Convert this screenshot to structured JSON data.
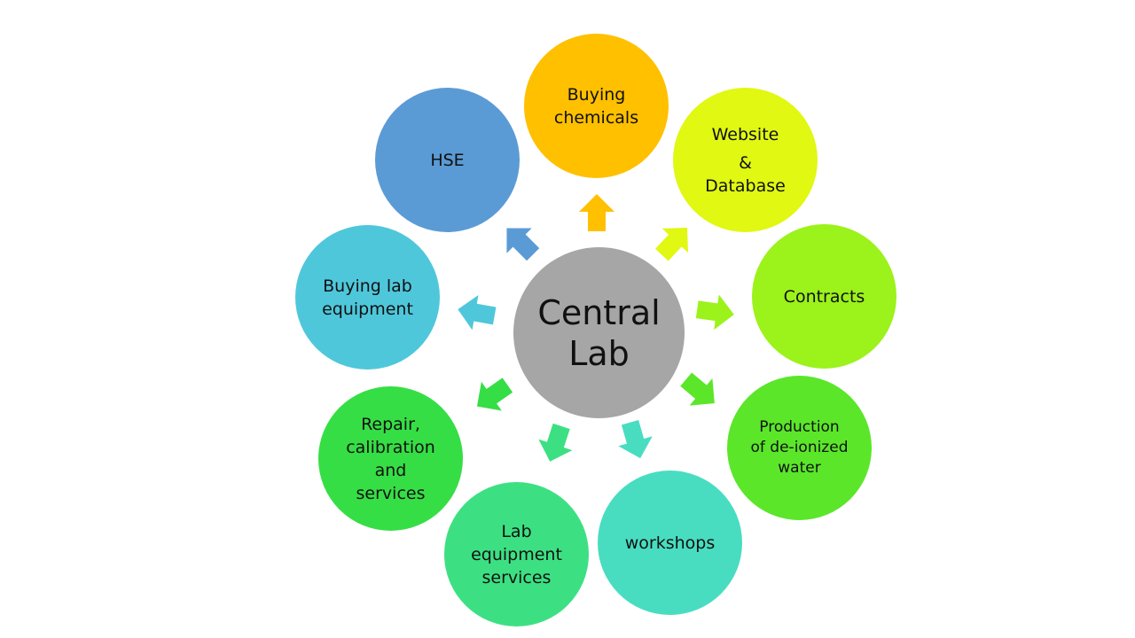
{
  "center": {
    "lines": [
      "Central",
      "Lab"
    ],
    "color": "#a6a6a6"
  },
  "nodes": [
    {
      "id": "buying-chemicals",
      "lines": [
        "Buying",
        "chemicals"
      ],
      "color": "#ffc000"
    },
    {
      "id": "website",
      "lines": [
        "Website",
        "&",
        "Database"
      ],
      "color": "#e0f812"
    },
    {
      "id": "contracts",
      "lines": [
        "Contracts"
      ],
      "color": "#9cf21b"
    },
    {
      "id": "production",
      "lines": [
        "Production",
        "of de-ionized",
        "water"
      ],
      "color": "#5be62a"
    },
    {
      "id": "workshops",
      "lines": [
        "workshops"
      ],
      "color": "#48ddc0"
    },
    {
      "id": "lab-equipment-services",
      "lines": [
        "Lab",
        "equipment",
        "services"
      ],
      "color": "#3ce083"
    },
    {
      "id": "repair",
      "lines": [
        "Repair,",
        "calibration",
        "and",
        "services"
      ],
      "color": "#36de45"
    },
    {
      "id": "buying-lab-equipment",
      "lines": [
        "Buying lab",
        "equipment"
      ],
      "color": "#4fc7db"
    },
    {
      "id": "hse",
      "lines": [
        "HSE"
      ],
      "color": "#5b9bd5"
    }
  ]
}
